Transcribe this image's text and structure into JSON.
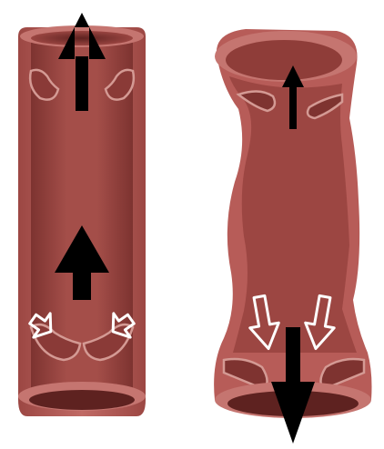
{
  "figure": {
    "panels": [
      {
        "id": "normal-vein",
        "valves": [
          "upper-valve-open",
          "lower-valve-open"
        ],
        "flow_direction": "up"
      },
      {
        "id": "varicose-vein",
        "valves": [
          "upper-valve-open",
          "lower-valve-incompetent"
        ],
        "flow_direction": "down"
      }
    ],
    "colors": {
      "wall": "#b75c58",
      "lumen": "#9f4945",
      "lumen_dark": "#6f2a28",
      "rim": "#d08b85",
      "arrow_solid": "#000000",
      "arrow_outline": "#ffffff",
      "background": "#ffffff"
    },
    "icons": [
      "arrow-up-solid",
      "arrow-down-solid",
      "arrow-down-outline"
    ]
  }
}
